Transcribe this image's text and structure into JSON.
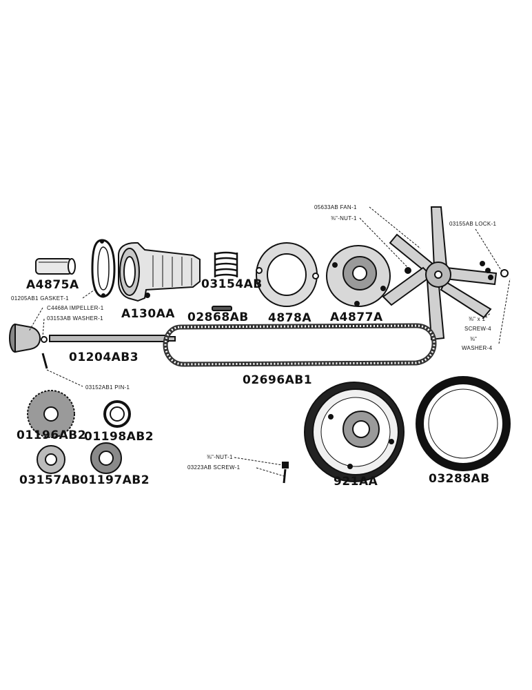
{
  "parts": {
    "a4875a": "A4875A",
    "a130aa": "A130AA",
    "p03154ab": "03154AB",
    "p02868ab": "02868AB",
    "p4878a": "4878A",
    "a4877a": "A4877A",
    "p01204ab3": "01204AB3",
    "p02696ab1": "02696AB1",
    "p01196ab2": "01196AB2",
    "p01198ab2": "01198AB2",
    "p03157ab": "03157AB",
    "p01197ab2": "01197AB2",
    "p921aa": "921AA",
    "p03288ab": "03288AB"
  },
  "callouts": {
    "fan": "05633AB FAN-1",
    "nut_top": "⅜\"-NUT-1",
    "lock": "03155AB LOCK-1",
    "gasket": "01205AB1 GASKET-1",
    "impeller": "C4468A IMPELLER-1",
    "washer_1": "03153AB WASHER-1",
    "screw_4_size": "⅜\" x 1\"",
    "screw_4": "SCREW-4",
    "washer_4_size": "⅜\"",
    "washer_4": "WASHER-4",
    "pin": "03152AB1 PIN-1",
    "nut_bottom": "⅜\"-NUT-1",
    "screw_1": "03223AB SCREW-1"
  }
}
